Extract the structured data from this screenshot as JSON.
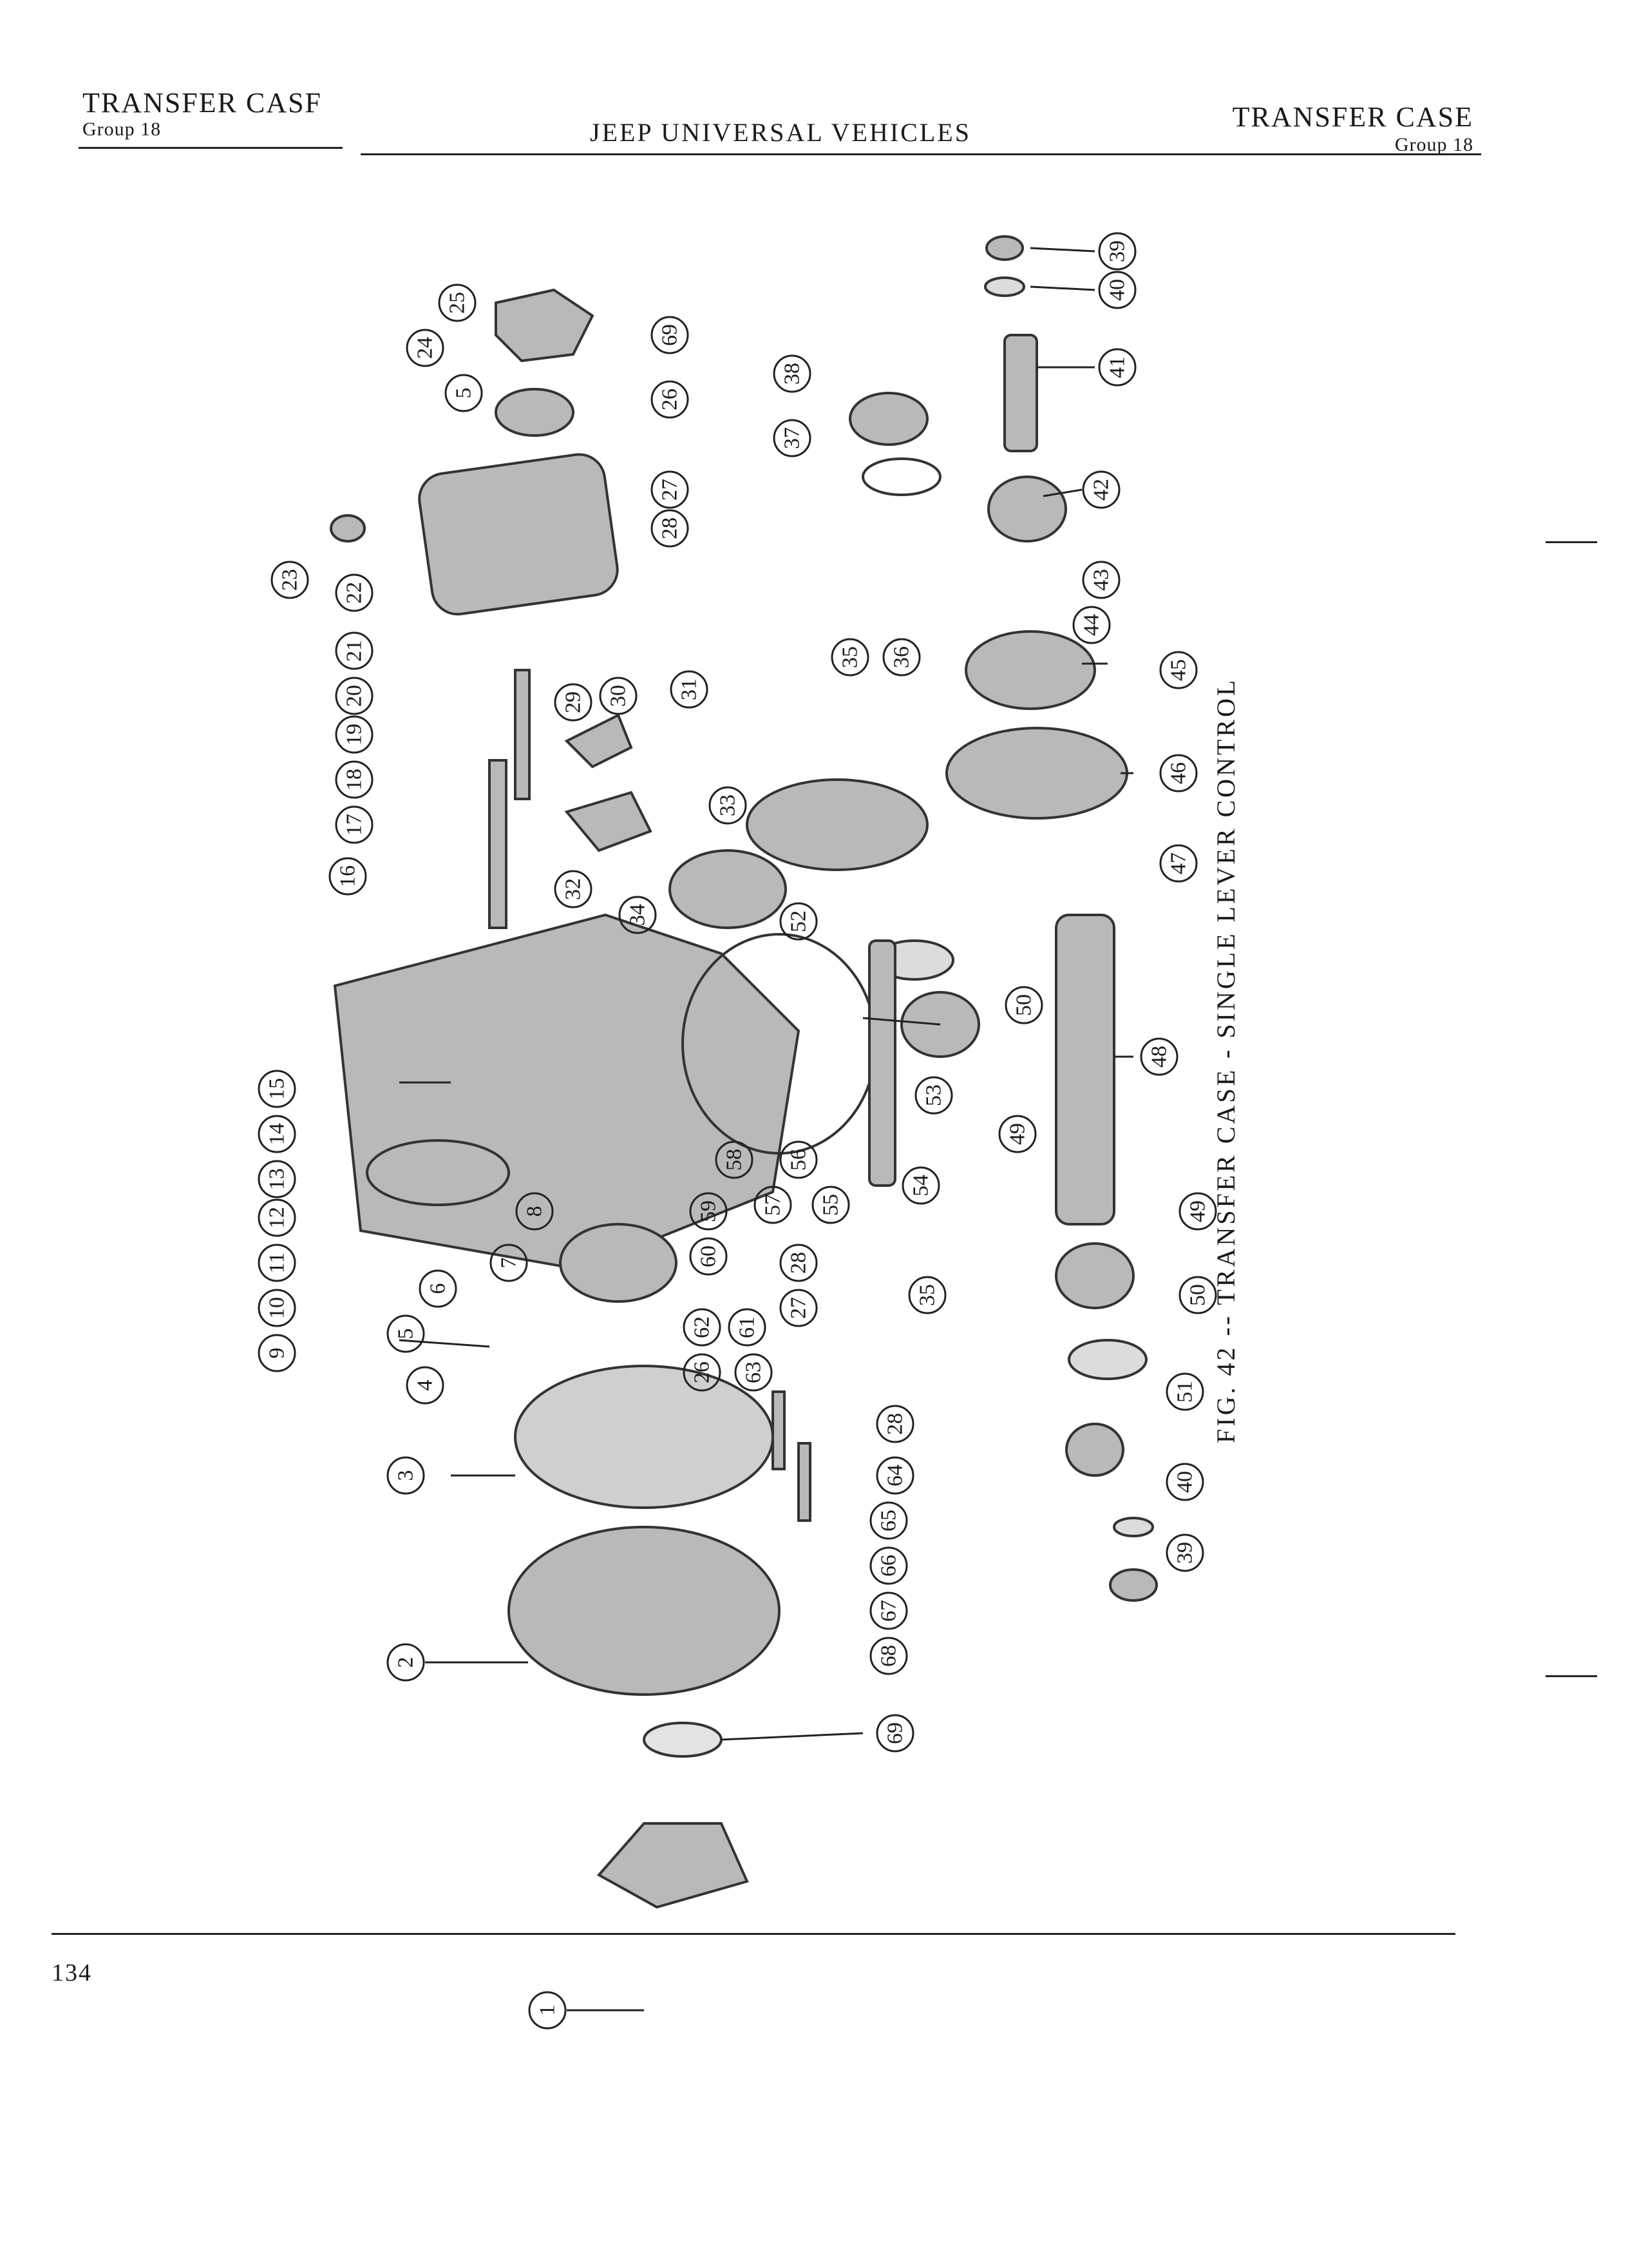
{
  "header": {
    "left_title": "TRANSFER CASF",
    "left_group": "Group 18",
    "center_title": "JEEP UNIVERSAL VEHICLES",
    "right_title": "TRANSFER CASE",
    "right_group": "Group 18"
  },
  "figure": {
    "caption": "FIG. 42 -- TRANSFER CASE - SINGLE LEVER CONTROL",
    "callouts": [
      "1",
      "2",
      "3",
      "4",
      "5",
      "6",
      "7",
      "8",
      "9",
      "10",
      "11",
      "12",
      "13",
      "14",
      "15",
      "16",
      "17",
      "18",
      "19",
      "20",
      "21",
      "22",
      "23",
      "24",
      "25",
      "26",
      "27",
      "28",
      "29",
      "30",
      "31",
      "32",
      "33",
      "34",
      "35",
      "36",
      "37",
      "38",
      "39",
      "40",
      "41",
      "42",
      "43",
      "44",
      "45",
      "46",
      "47",
      "48",
      "49",
      "50",
      "51",
      "52",
      "53",
      "54",
      "55",
      "56",
      "57",
      "58",
      "59",
      "60",
      "61",
      "62",
      "63",
      "64",
      "65",
      "66",
      "67",
      "68",
      "69"
    ]
  },
  "footer": {
    "page_number": "134"
  }
}
